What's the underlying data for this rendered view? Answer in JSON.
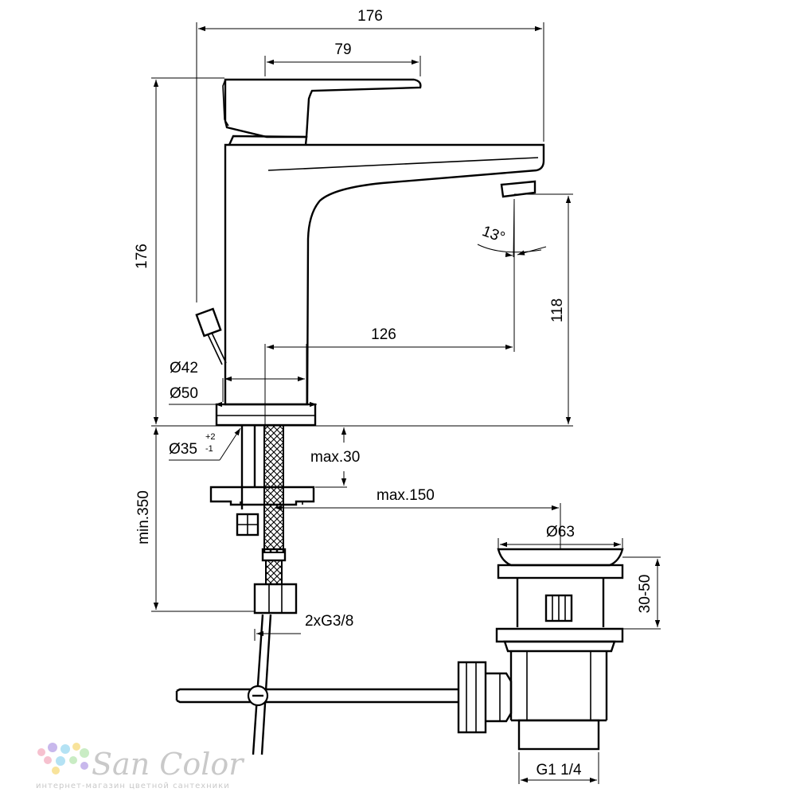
{
  "dimensions": {
    "total_width": "176",
    "handle_length": "79",
    "total_height": "176",
    "spout_height": "118",
    "spout_reach": "126",
    "angle": "13°",
    "base_diameter_42": "Ø42",
    "base_diameter_50": "Ø50",
    "hole_diameter": "Ø35",
    "hole_tolerance_upper": "+2",
    "hole_tolerance_lower": "-1",
    "max_thickness": "max.30",
    "max_offset": "max.150",
    "min_length": "min.350",
    "connection": "2xG3/8",
    "drain_diameter": "Ø63",
    "drain_height": "30-50",
    "drain_thread": "G1 1/4"
  },
  "watermark": {
    "brand": "San Color",
    "tagline": "интернет-магазин цветной сантехники",
    "colors": [
      "#f6c1cf",
      "#c8b8ec",
      "#b4e2f4",
      "#f8e39b",
      "#c9ecc4"
    ]
  }
}
